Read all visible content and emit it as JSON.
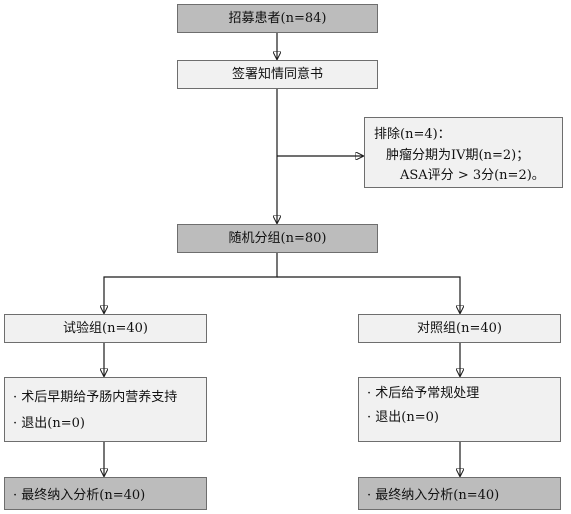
{
  "recruit": {
    "label": "招募患者(n=84)"
  },
  "consent": {
    "label": "签署知情同意书"
  },
  "exclude": {
    "title": "排除(n=4)：",
    "reason_1": "肿瘤分期为IV期(n=2)；",
    "reason_2": "ASA评分 > 3分(n=2)。"
  },
  "randomize": {
    "label": "随机分组(n=80)"
  },
  "groups": [
    {
      "name": "试验组(n=40)",
      "items": [
        "· 术后早期给予肠内营养支持",
        "· 退出(n=0)"
      ],
      "final": "·  最终纳入分析(n=40)"
    },
    {
      "name": "对照组(n=40)",
      "items": [
        "·  术后给予常规处理",
        "·  退出(n=0)"
      ],
      "final": "·  最终纳入分析(n=40)"
    }
  ]
}
